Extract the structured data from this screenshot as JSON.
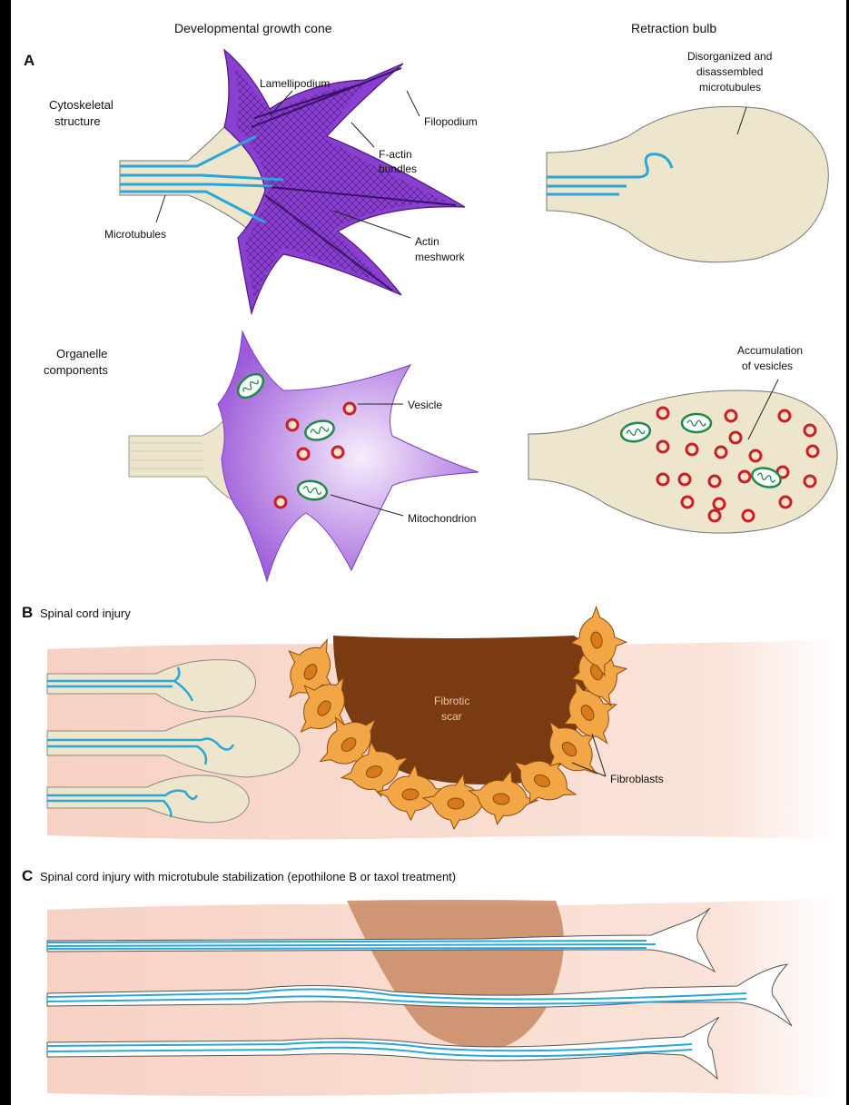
{
  "headers": {
    "growth_cone": "Developmental growth cone",
    "retraction_bulb": "Retraction bulb"
  },
  "panel_a": {
    "letter": "A",
    "row1_label": [
      "Cytoskeletal",
      "structure"
    ],
    "row2_label": [
      "Organelle",
      "components"
    ],
    "lamellipodium": "Lamellipodium",
    "filopodium": "Filopodium",
    "factin": [
      "F-actin",
      "bundles"
    ],
    "microtubules": "Microtubules",
    "actin_mesh": [
      "Actin",
      "meshwork"
    ],
    "disorganized": [
      "Disorganized and",
      "disassembled",
      "microtubules"
    ],
    "vesicle": "Vesicle",
    "mitochondrion": "Mitochondrion",
    "accumulation": [
      "Accumulation",
      "of vesicles"
    ]
  },
  "panel_b": {
    "letter": "B",
    "title": "Spinal cord injury",
    "scar": [
      "Fibrotic",
      "scar"
    ],
    "fibroblasts": "Fibroblasts"
  },
  "panel_c": {
    "letter": "C",
    "title": "Spinal cord injury with microtubule stabilization (epothilone B or taxol treatment)"
  },
  "colors": {
    "purple": "#8a3fd0",
    "purple_light": "#c9a1ee",
    "axon_fill": "#eee6cc",
    "microtubule": "#2aa6d8",
    "vesicle": "#c8202b",
    "mito": "#1e8a4a",
    "tissue": "#f8d6c8",
    "scar": "#7a3b12",
    "fibroblast": "#f2a645",
    "scar_faint": "#c98a63"
  }
}
